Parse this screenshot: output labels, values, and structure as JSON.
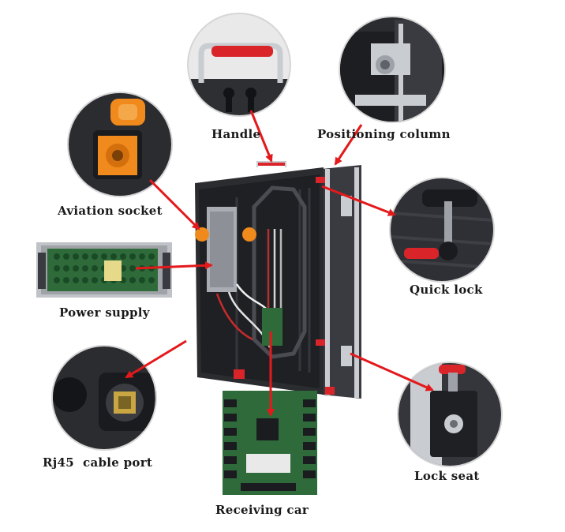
{
  "labels": {
    "handle": "Handle",
    "positioning_column": "Positioning column",
    "aviation_socket": "Aviation socket",
    "quick_lock": "Quick lock",
    "power_supply": "Power supply",
    "rj45_port": "Rj45  cable port",
    "lock_seat": "Lock seat",
    "receiving_card": "Receiving car"
  },
  "colors": {
    "arrow": "#e3191b",
    "cabinet": "#2b2c30",
    "cabinet_dark": "#18191c",
    "accent_red": "#d9252a",
    "orange": "#f08a1c",
    "pcb_green": "#2f6b3a",
    "metal": "#c9ccd0",
    "callout_shadow": "#d6d6d6"
  },
  "icons": [
    "handle-photo-icon",
    "positioning-column-photo-icon",
    "aviation-socket-photo-icon",
    "quick-lock-photo-icon",
    "power-supply-photo-icon",
    "rj45-port-photo-icon",
    "lock-seat-photo-icon",
    "receiving-card-photo-icon",
    "led-cabinet-photo-icon"
  ]
}
